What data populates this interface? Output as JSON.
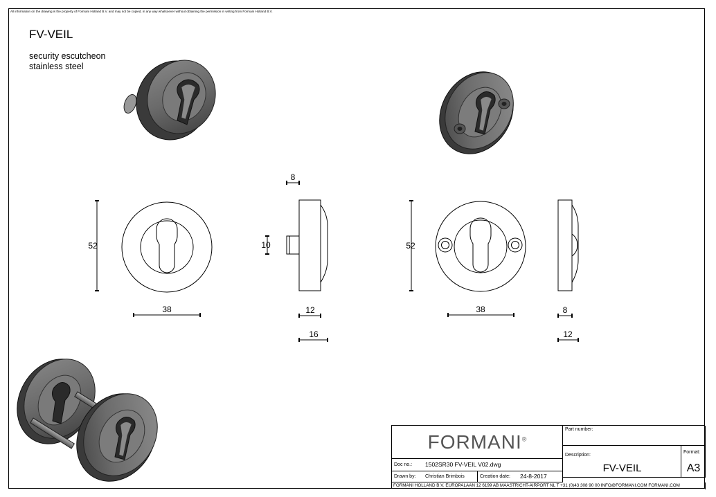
{
  "sheet": {
    "copyright": "All information on the drawing is the property of Formani Holland B.V. and may not be copied, in any way whatsoever without obtaining the permission in writing from Formani Holland B.V."
  },
  "product": {
    "name": "FV-VEIL",
    "description_line1": "security escutcheon",
    "description_line2": "stainless steel"
  },
  "dimensions": {
    "left_height": "52",
    "left_width": "38",
    "side_pin_width": "8",
    "side_pin_height": "10",
    "side_body": "12",
    "side_total": "16",
    "right_height": "52",
    "right_width": "38",
    "right_side_top": "8",
    "right_side_bottom": "12"
  },
  "title_block": {
    "logo": "FORMANI",
    "logo_reg": "®",
    "part_number_label": "Part number:",
    "description_label": "Description:",
    "description_value": "FV-VEIL",
    "format_label": "Format:",
    "format_value": "A3",
    "doc_no_label": "Doc no.:",
    "doc_no_value": "1502SR30 FV-VEIL V02.dwg",
    "drawn_by_label": "Drawn by:",
    "drawn_by_value": "Christian Brimbois",
    "creation_date_label": "Creation date:",
    "creation_date_value": "24-8-2017",
    "footer": "FORMANI HOLLAND B.V.  EUROPALAAN 12  6199 AB MAASTRICHT-AIRPORT NL  T +31 (0)43 308 90 00 INFO@FORMANI.COM FORMANI.COM"
  }
}
